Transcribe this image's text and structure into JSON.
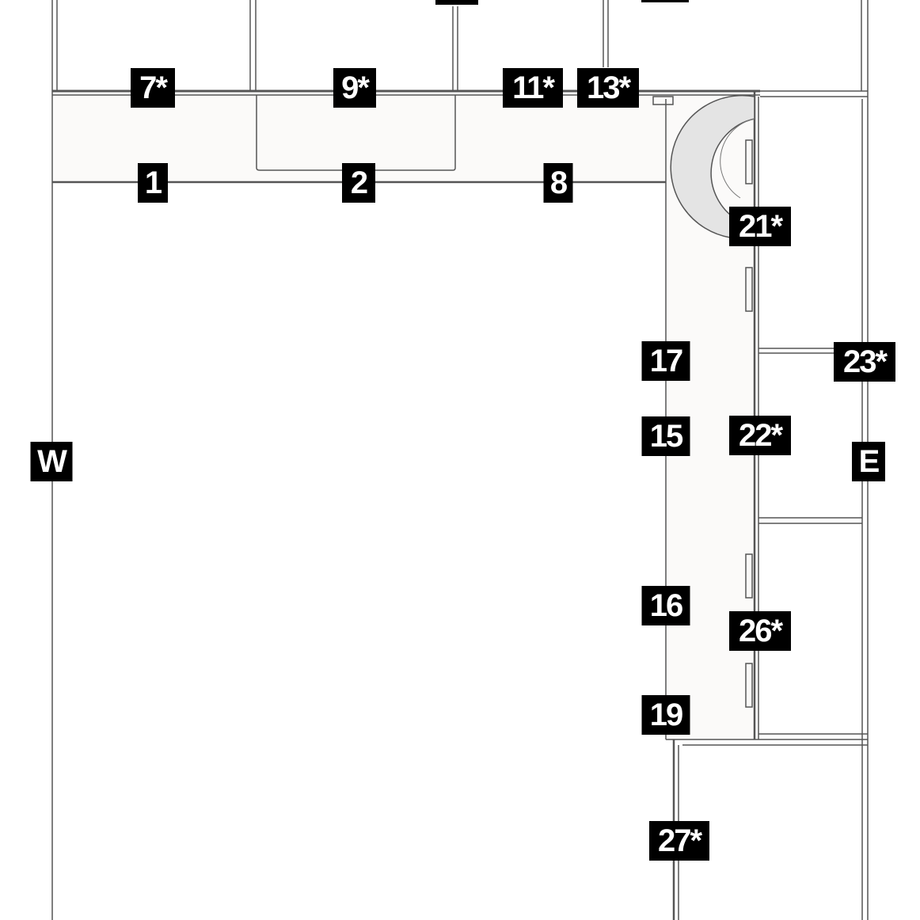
{
  "diagram": {
    "labels": [
      "7*",
      "9*",
      "11*",
      "13*",
      "1",
      "2",
      "8",
      "21*",
      "17",
      "23*",
      "15",
      "22*",
      "W",
      "E",
      "16",
      "26*",
      "19",
      "27*"
    ],
    "colors": {
      "label_bg": "#000000",
      "label_text": "#ffffff",
      "wall": "#555555",
      "floor": "#fbfaf9"
    }
  }
}
